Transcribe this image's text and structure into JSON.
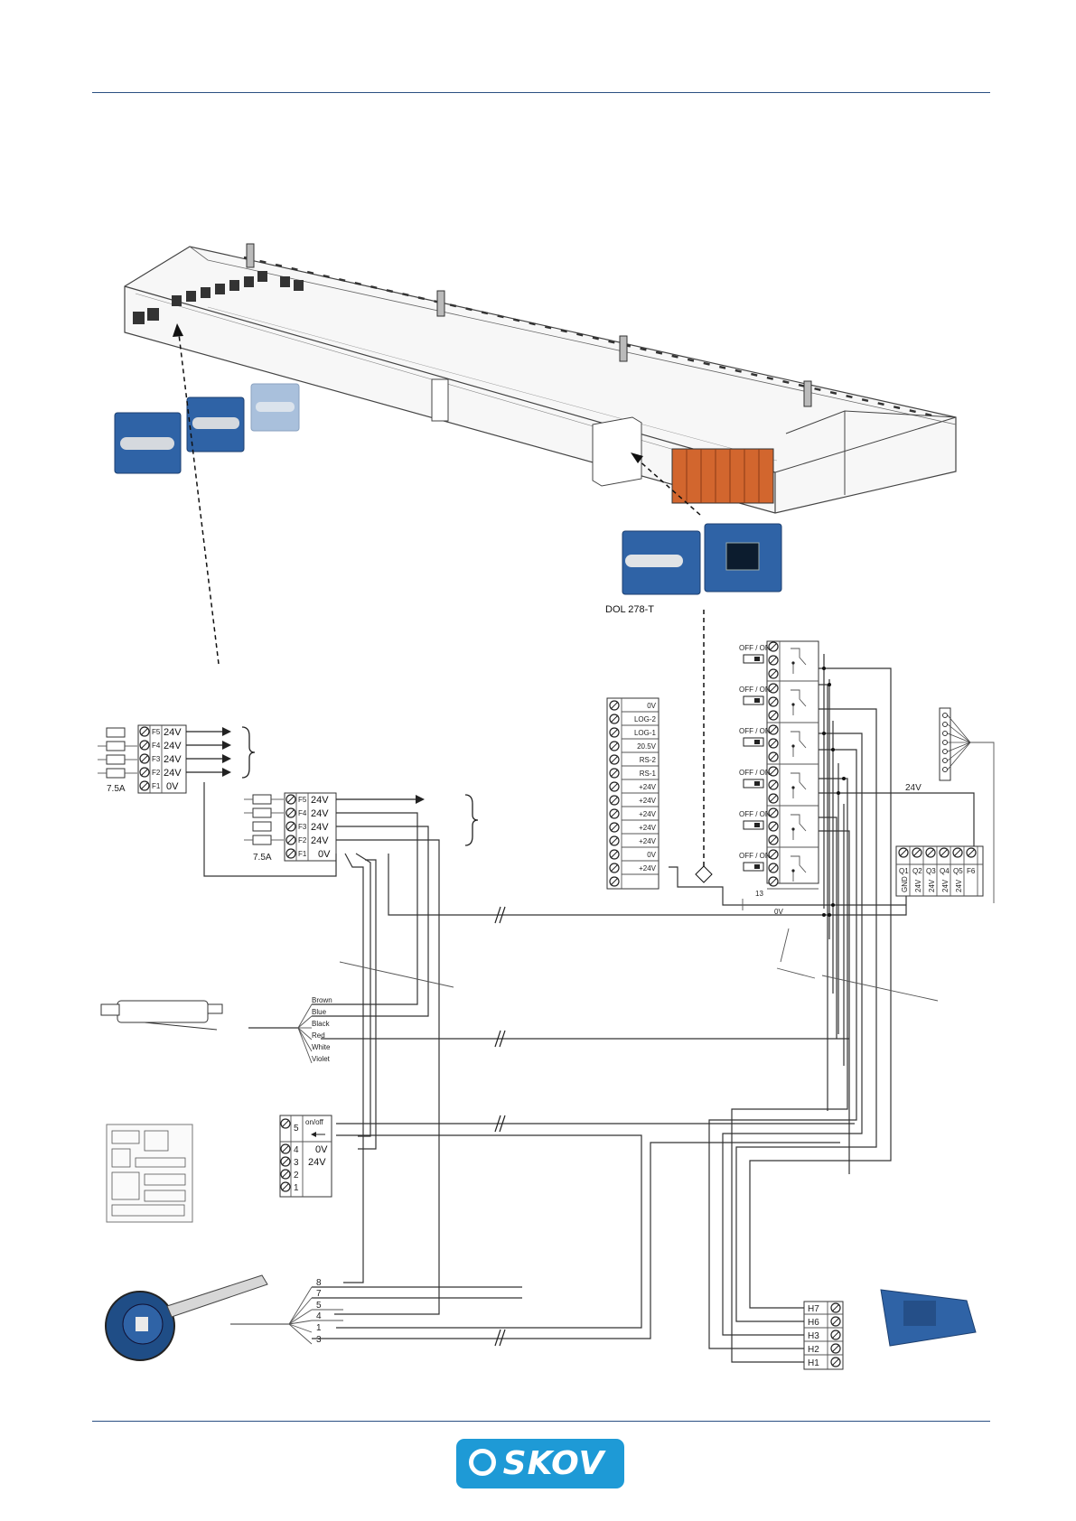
{
  "device_label": "DOL 278-T",
  "power_modules": [
    {
      "fuse": "7.5A",
      "terminals": [
        {
          "id": "F5",
          "label": "24V"
        },
        {
          "id": "F4",
          "label": "24V"
        },
        {
          "id": "F3",
          "label": "24V"
        },
        {
          "id": "F2",
          "label": "24V"
        },
        {
          "id": "F1",
          "label": "0V"
        }
      ]
    },
    {
      "fuse": "7.5A",
      "terminals": [
        {
          "id": "F5",
          "label": "24V"
        },
        {
          "id": "F4",
          "label": "24V"
        },
        {
          "id": "F3",
          "label": "24V"
        },
        {
          "id": "F2",
          "label": "24V"
        },
        {
          "id": "F1",
          "label": "0V"
        }
      ]
    }
  ],
  "controller_terminals": [
    "0V",
    "LOG-2",
    "LOG-1",
    "20.5V",
    "RS-2",
    "RS-1",
    "+24V",
    "+24V",
    "+24V",
    "+24V",
    "+24V",
    "0V",
    "+24V"
  ],
  "relay_switch_label": "OFF / ON",
  "relay_count": 6,
  "q_module": {
    "terminals": [
      "Q1",
      "Q2",
      "Q3",
      "Q4",
      "Q5",
      "F6"
    ],
    "bottom": [
      "GND",
      "24V",
      "24V",
      "24V",
      "24V"
    ]
  },
  "wire_labels": {
    "v24": "24V",
    "v0": "0V",
    "thirteen": "13"
  },
  "actuator_wires": [
    "Brown",
    "Blue",
    "Black",
    "Red",
    "White",
    "Violet"
  ],
  "io_module": {
    "switch_label": "on/off",
    "terminals": [
      {
        "num": "5",
        "label": ""
      },
      {
        "num": "4",
        "label": "0V"
      },
      {
        "num": "3",
        "label": "24V"
      },
      {
        "num": "2",
        "label": ""
      },
      {
        "num": "1",
        "label": ""
      }
    ]
  },
  "sensor_wires": [
    "8",
    "7",
    "5",
    "4",
    "1",
    "3"
  ],
  "h_module": [
    "H7",
    "H6",
    "H3",
    "H2",
    "H1"
  ],
  "brand": "SKOV"
}
